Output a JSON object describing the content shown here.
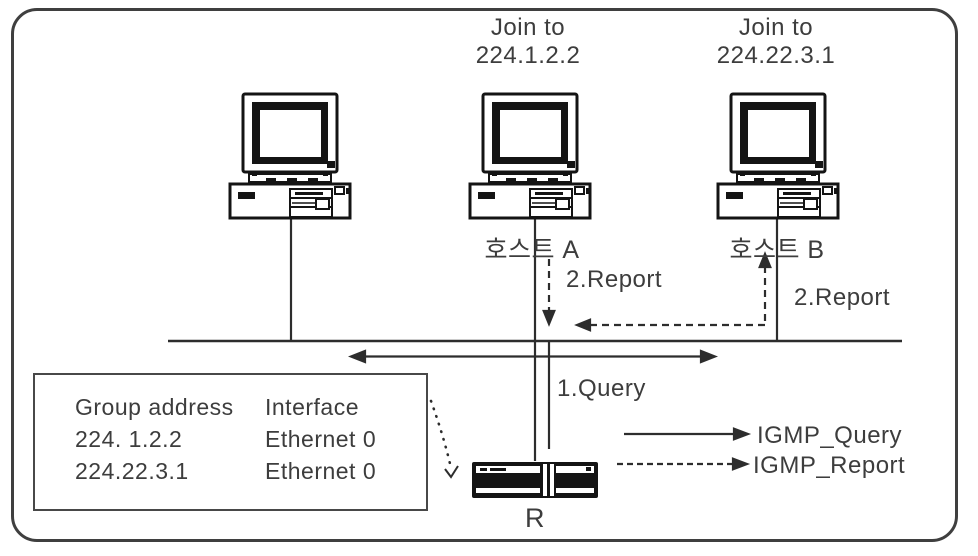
{
  "diagram": {
    "join_labels": {
      "host_a": {
        "line1": "Join to",
        "line2": "224.1.2.2"
      },
      "host_b": {
        "line1": "Join to",
        "line2": "224.22.3.1"
      }
    },
    "hosts": {
      "host_a": "호스트 A",
      "host_b": "호스트 B"
    },
    "messages": {
      "query": "1.Query",
      "report_a": "2.Report",
      "report_b": "2.Report"
    },
    "router_label": "R",
    "table": {
      "header": [
        "Group address",
        "Interface"
      ],
      "rows": [
        [
          "224. 1.2.2",
          "Ethernet 0"
        ],
        [
          "224.22.3.1",
          "Ethernet 0"
        ]
      ]
    },
    "legend": [
      {
        "style": "solid",
        "label": "IGMP_Query"
      },
      {
        "style": "dashed",
        "label": "IGMP_Report"
      }
    ],
    "icons": {
      "host": "desktop-computer-icon",
      "router": "router-icon"
    },
    "colors": {
      "background": "#ffffff",
      "line": "#2d2d2d",
      "text": "#3d3d3d",
      "frame_border": "#3f3f3f",
      "icon_fill": "#141414"
    }
  }
}
